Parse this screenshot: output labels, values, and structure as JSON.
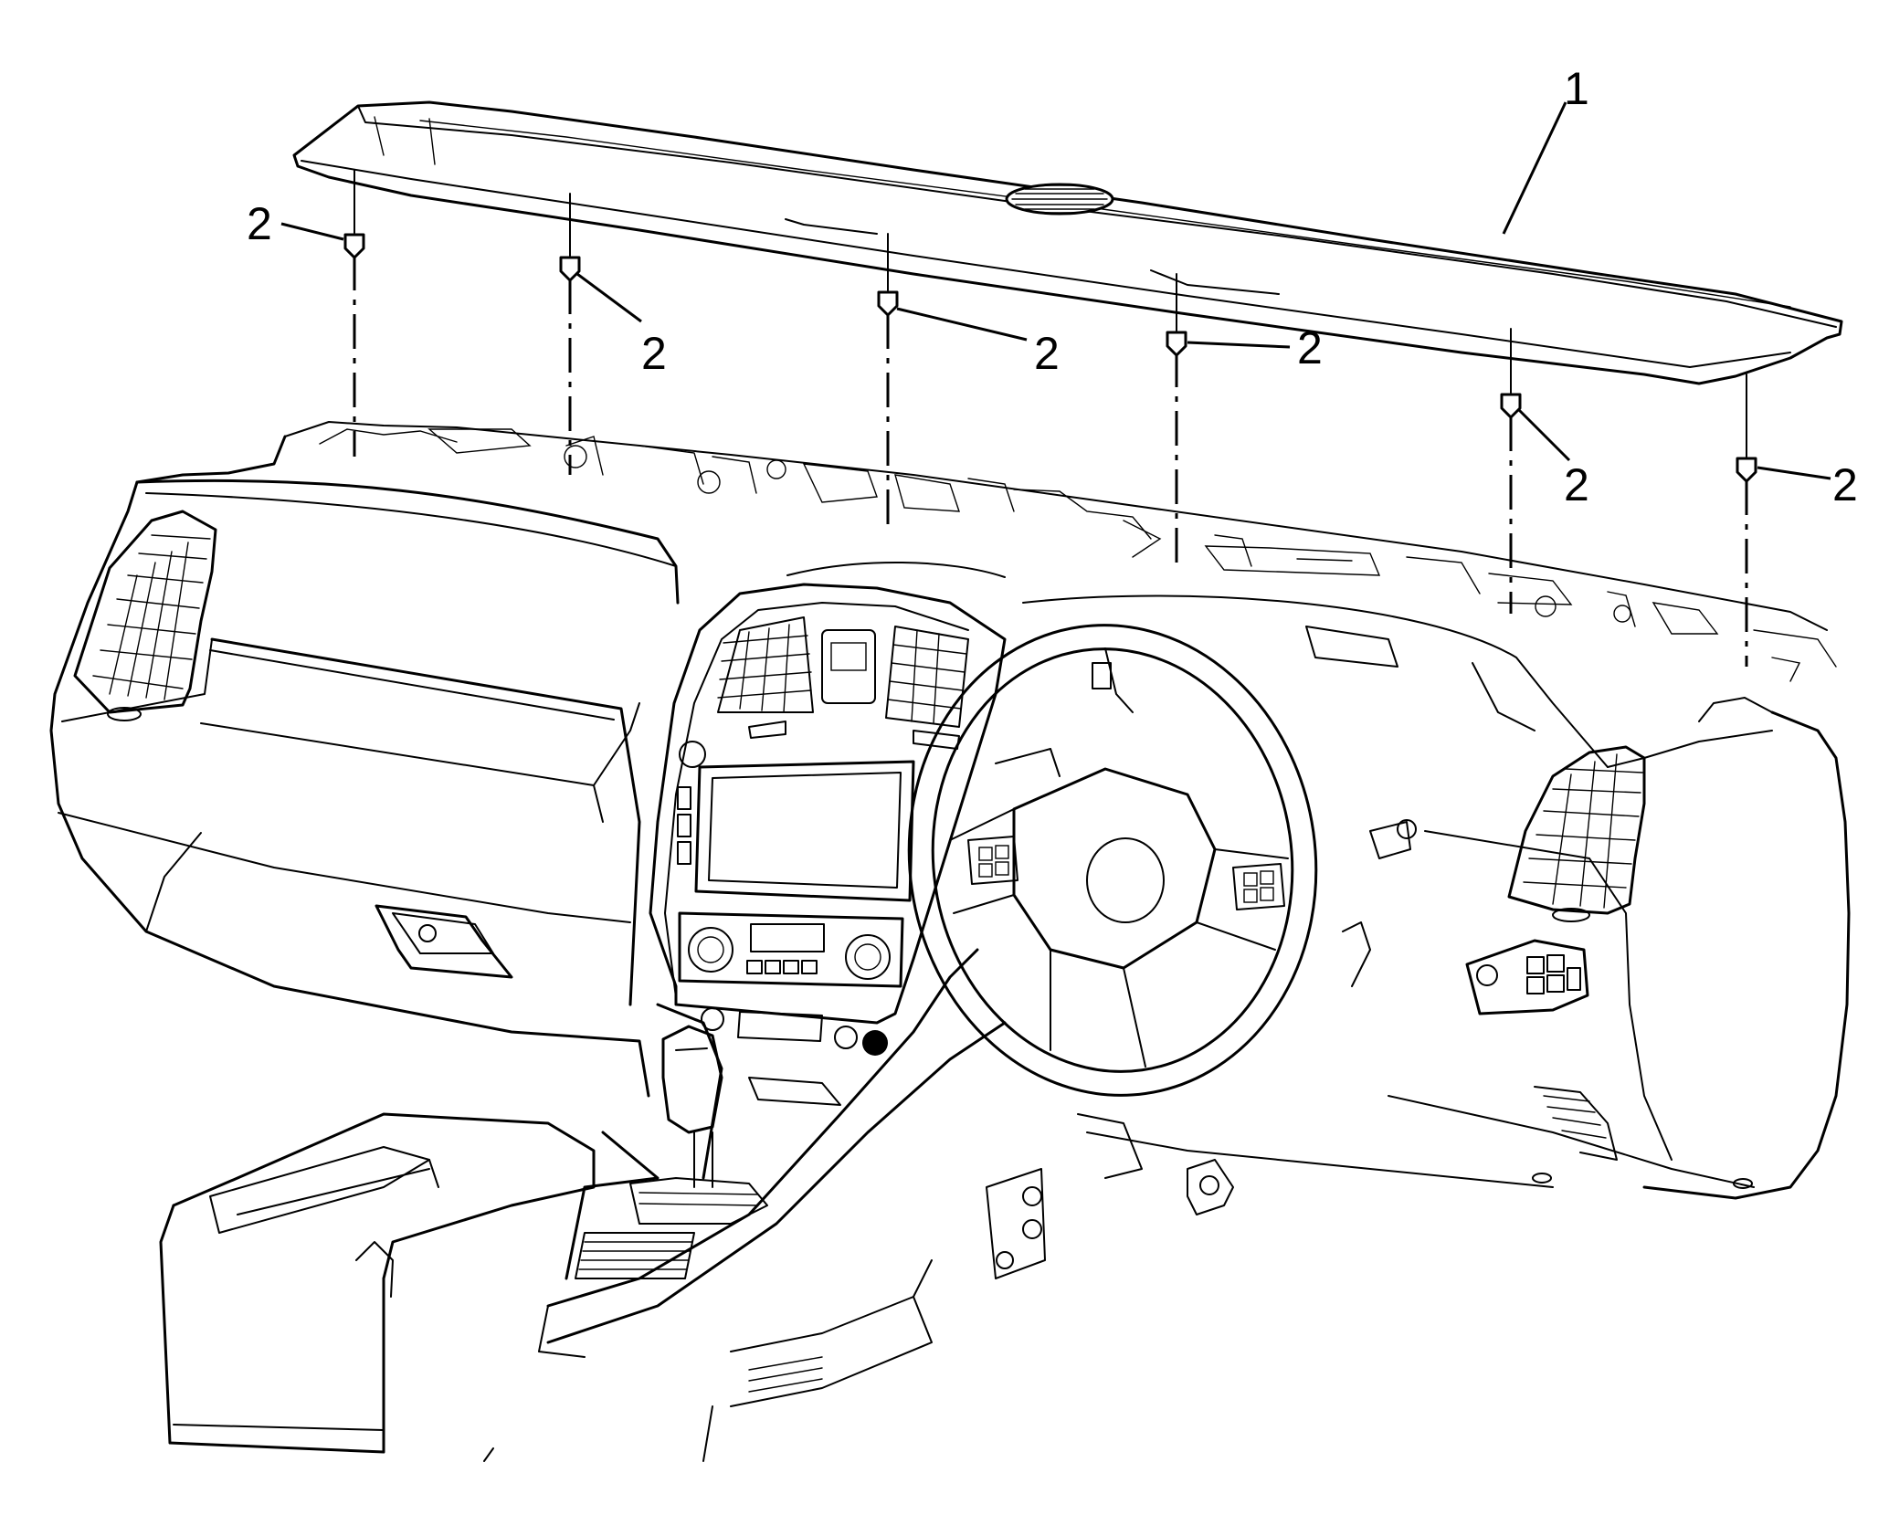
{
  "callouts": {
    "panel": "1",
    "clip_1": "2",
    "clip_2": "2",
    "clip_3": "2",
    "clip_4": "2",
    "clip_5": "2",
    "clip_6": "2"
  },
  "colors": {
    "line": "#000000",
    "background": "#ffffff"
  }
}
